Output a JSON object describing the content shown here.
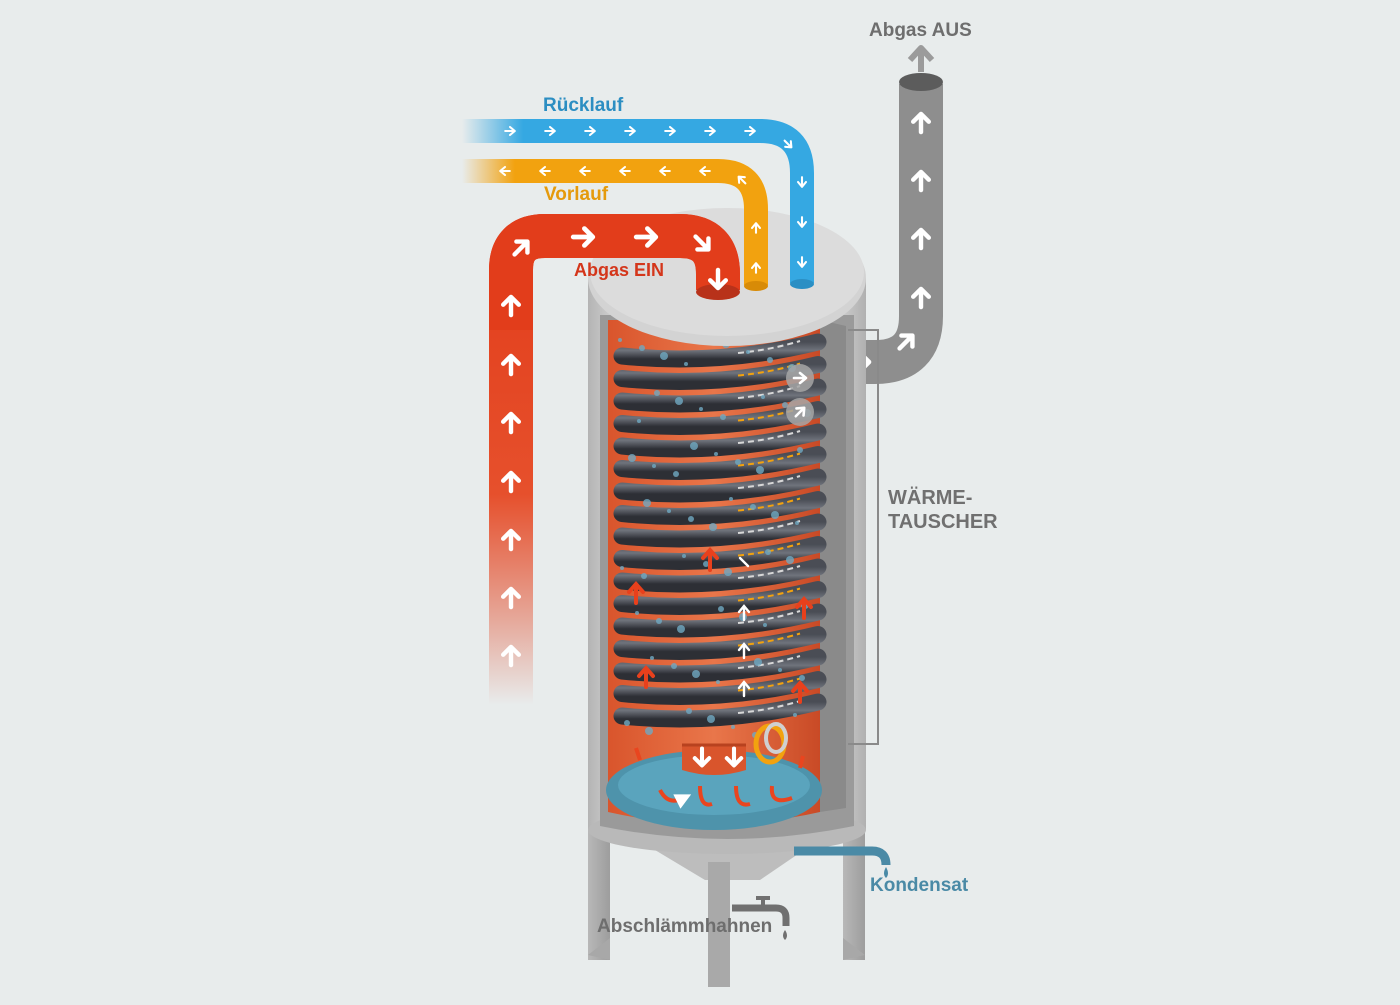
{
  "labels": {
    "abgas_aus": "Abgas AUS",
    "ruecklauf": "Rücklauf",
    "vorlauf": "Vorlauf",
    "abgas_ein": "Abgas EIN",
    "waermetauscher_line1": "WÄRME-",
    "waermetauscher_line2": "TAUSCHER",
    "kondensat": "Kondensat",
    "abschlaemmhahnen": "Abschlämmhahnen"
  },
  "colors": {
    "background": "#e8ecec",
    "exhaust_in": "#e23d1b",
    "flow": "#f2a20f",
    "return": "#35a8e2",
    "exhaust_out": "#8e8e8e",
    "condensate": "#4a8aa6",
    "tank": "#c9c9c9"
  },
  "icons": {
    "arrow": "arrow-icon",
    "tap": "drain-tap-icon",
    "drop": "water-drop-icon"
  }
}
